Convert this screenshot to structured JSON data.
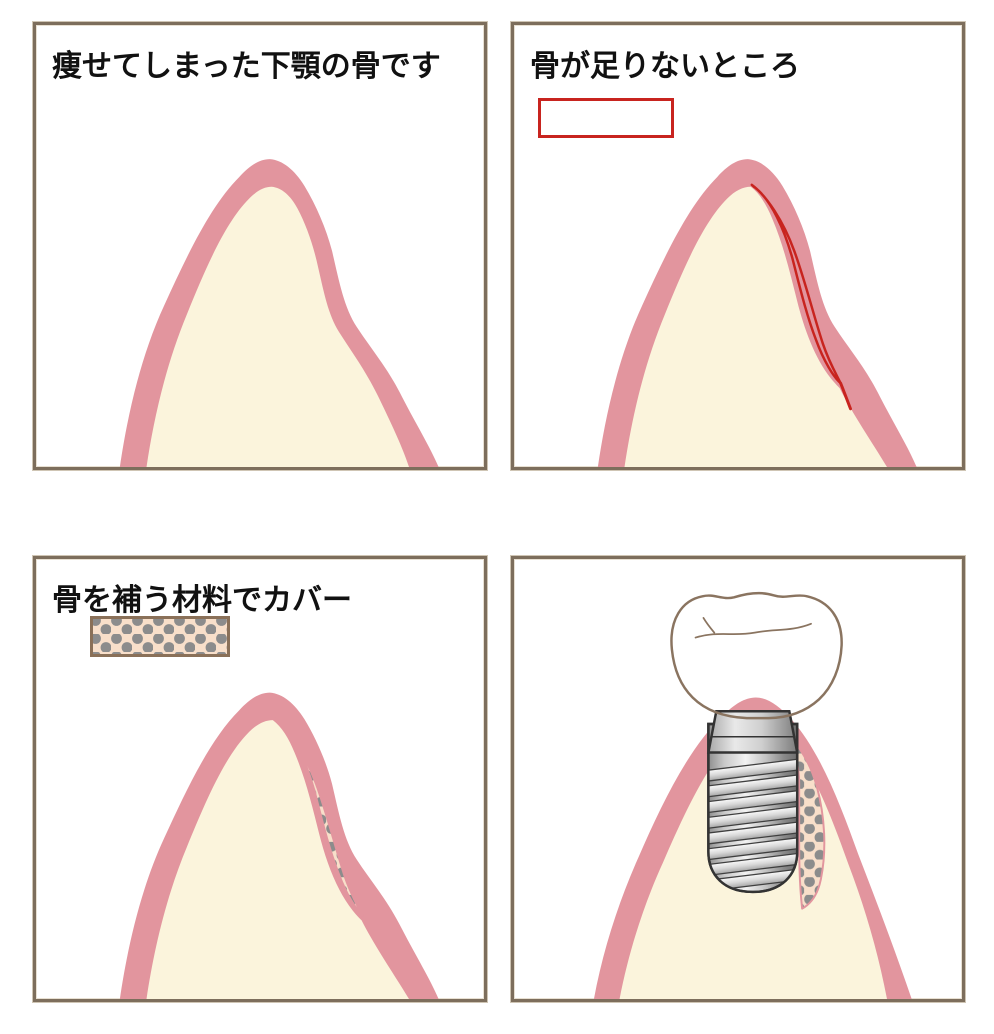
{
  "panels": {
    "p1": {
      "title": "痩せてしまった下顎の骨です"
    },
    "p2": {
      "title": "骨が足りないところ"
    },
    "p3": {
      "title": "骨を補う材料でカバー"
    },
    "p4": {
      "title": ""
    }
  },
  "legends": {
    "missing_bone": "red-diagonal-hatch-swatch",
    "graft_material": "peach-gray-dots-swatch"
  },
  "colors": {
    "background": "#ffffff",
    "panel_border": "#7d6e5c",
    "gum_pink": "#e2959e",
    "bone_cream": "#fbf4dc",
    "missing_red": "#c8241f",
    "graft_bg": "#f8dfca",
    "graft_dot": "#8c8c8c",
    "implant_outline": "#333333",
    "crown_outline": "#8a7460"
  }
}
